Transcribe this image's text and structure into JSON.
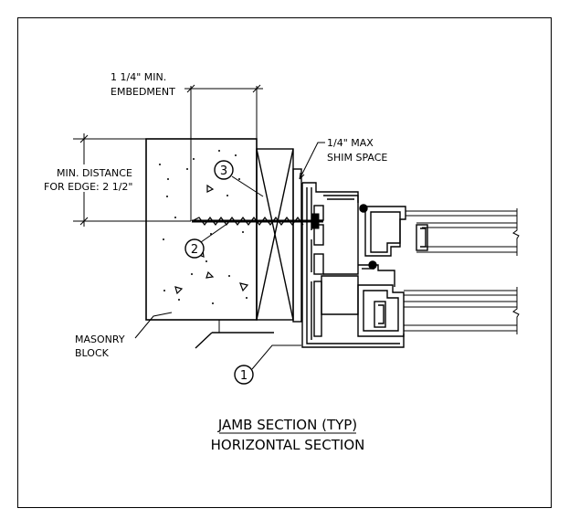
{
  "labels": {
    "embedment_line1": "1 1/4\" MIN.",
    "embedment_line2": "EMBEDMENT",
    "distance_line1": "MIN. DISTANCE",
    "distance_line2": "FOR EDGE: 2 1/2\"",
    "shim_line1": "1/4\" MAX",
    "shim_line2": "SHIM SPACE",
    "masonry_line1": "MASONRY",
    "masonry_line2": "BLOCK"
  },
  "callouts": {
    "c1": "1",
    "c2": "2",
    "c3": "3"
  },
  "title": {
    "line1": "JAMB SECTION (TYP)",
    "line2": "HORIZONTAL SECTION"
  }
}
